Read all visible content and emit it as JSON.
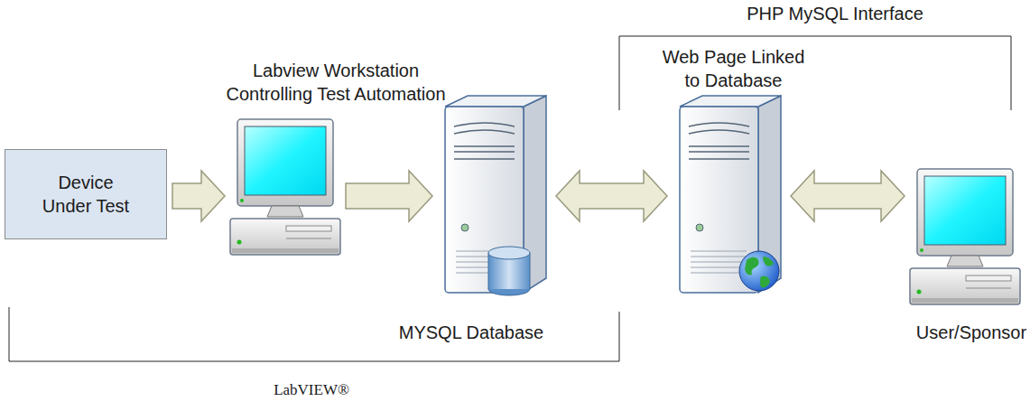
{
  "diagram": {
    "nodes": [
      {
        "text": [
          "Device Under Test"
        ]
      },
      {
        "text": [
          "Labview Workstation Controlling Test Automation"
        ]
      },
      {
        "text": [
          "MYSQL Database"
        ]
      },
      {
        "text": [
          "Web Page Linked to Database"
        ]
      },
      {
        "text": [
          "User/Sponsor"
        ]
      }
    ],
    "edges": [
      {
        "from": 0,
        "to": 1,
        "arrow": "to"
      },
      {
        "from": 1,
        "to": 2,
        "arrow": "to"
      },
      {
        "from": 2,
        "to": 3,
        "arrow": "both"
      },
      {
        "from": 3,
        "to": 4,
        "arrow": "both"
      }
    ],
    "labels": [
      "PHP MySQL Interface",
      "LabVIEW®"
    ]
  }
}
